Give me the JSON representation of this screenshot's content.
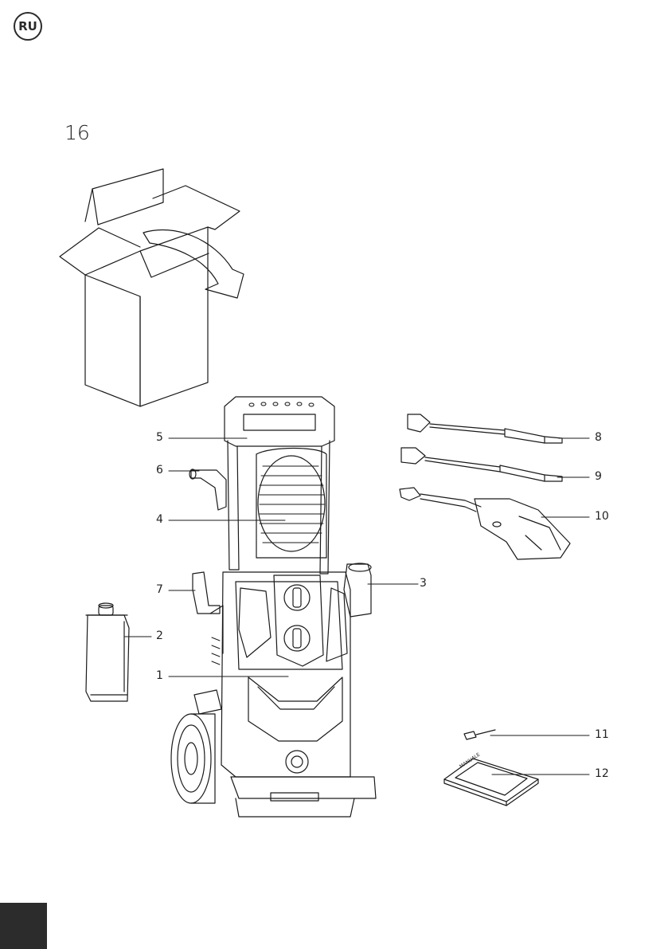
{
  "page": {
    "language_badge": "RU",
    "page_number": "16"
  },
  "figure": {
    "callouts": [
      {
        "id": "1",
        "label": "1",
        "side": "left"
      },
      {
        "id": "2",
        "label": "2",
        "side": "left"
      },
      {
        "id": "3",
        "label": "3",
        "side": "right"
      },
      {
        "id": "4",
        "label": "4",
        "side": "left"
      },
      {
        "id": "5",
        "label": "5",
        "side": "left"
      },
      {
        "id": "6",
        "label": "6",
        "side": "left"
      },
      {
        "id": "7",
        "label": "7",
        "side": "left"
      },
      {
        "id": "8",
        "label": "8",
        "side": "right"
      },
      {
        "id": "9",
        "label": "9",
        "side": "right"
      },
      {
        "id": "10",
        "label": "10",
        "side": "right"
      },
      {
        "id": "11",
        "label": "11",
        "side": "right"
      },
      {
        "id": "12",
        "label": "12",
        "side": "right"
      }
    ],
    "manual_cover_text": "MANUALE"
  },
  "colors": {
    "line": "#1a1a1a",
    "footer_block": "#2c2c2c"
  }
}
